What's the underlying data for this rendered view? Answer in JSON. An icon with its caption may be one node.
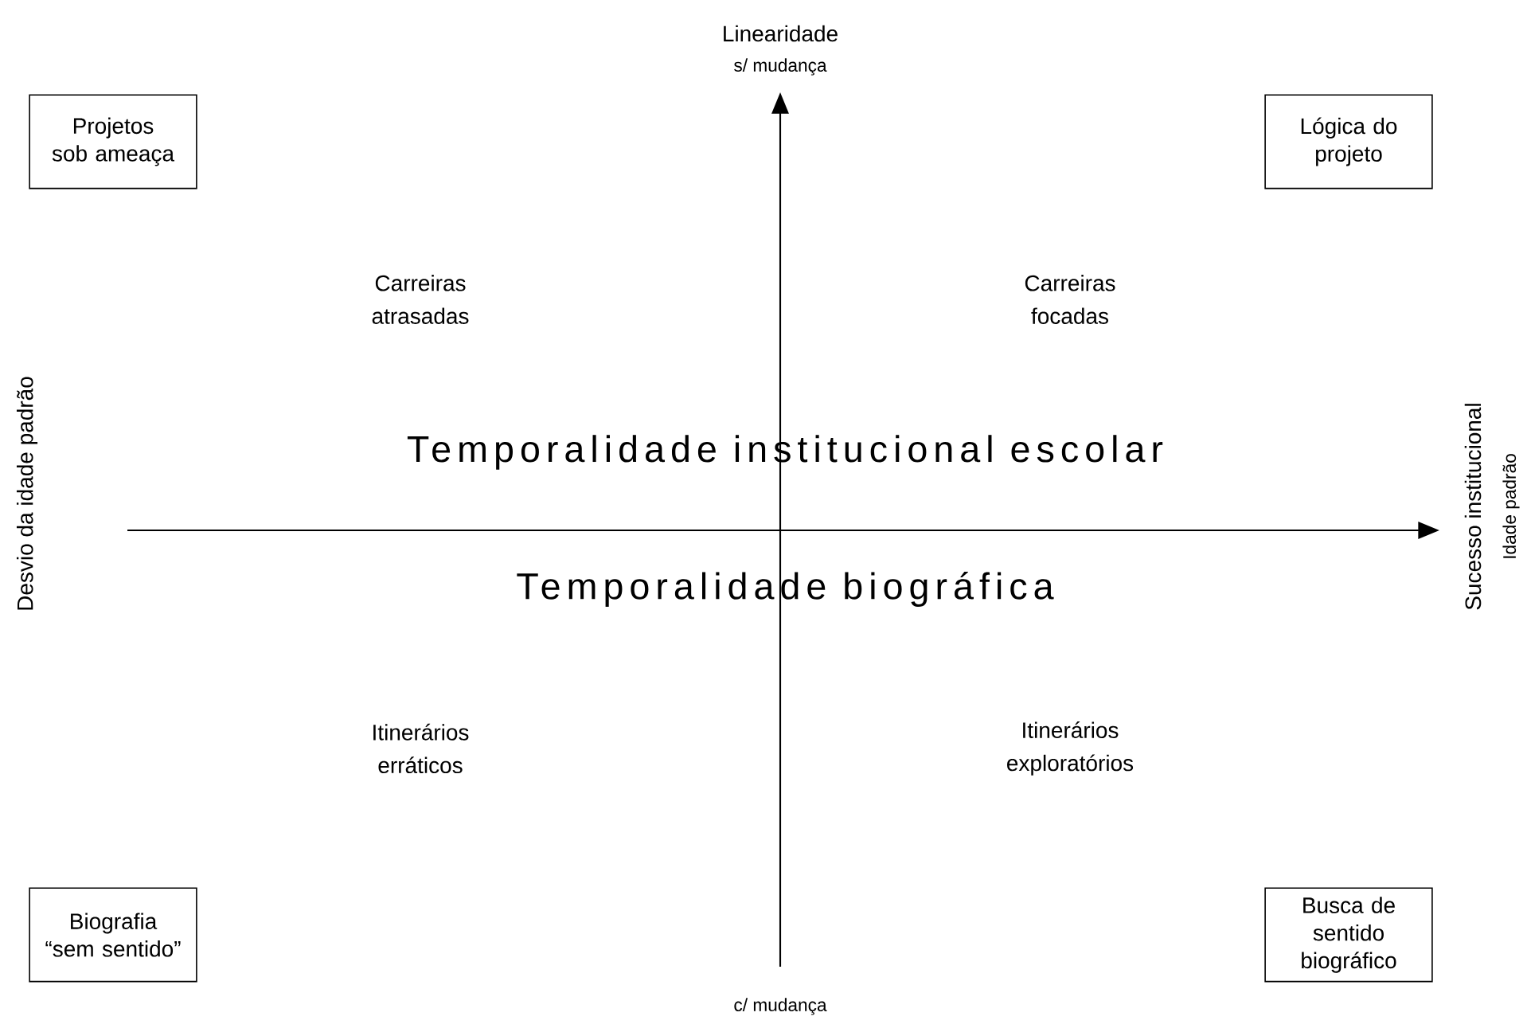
{
  "diagram": {
    "nodes": [
      {
        "text": [
          "Projetos sob ameaça"
        ]
      },
      {
        "text": [
          "Lógica do projeto"
        ]
      },
      {
        "text": [
          "Biografia “sem sentido”"
        ]
      },
      {
        "text": [
          "Busca de sentido biográfico"
        ]
      }
    ],
    "labels": [
      "Linearidade",
      "s/ mudança",
      "Carreiras atrasadas",
      "Carreiras focadas",
      "Temporalidade institucional escolar",
      "Desvio da idade padrão",
      "Sucesso institucional",
      "Idade padrão",
      "Temporalidade biográfica",
      "Itinerários erráticos",
      "Itinerários exploratórios",
      "c/ mudança"
    ]
  }
}
